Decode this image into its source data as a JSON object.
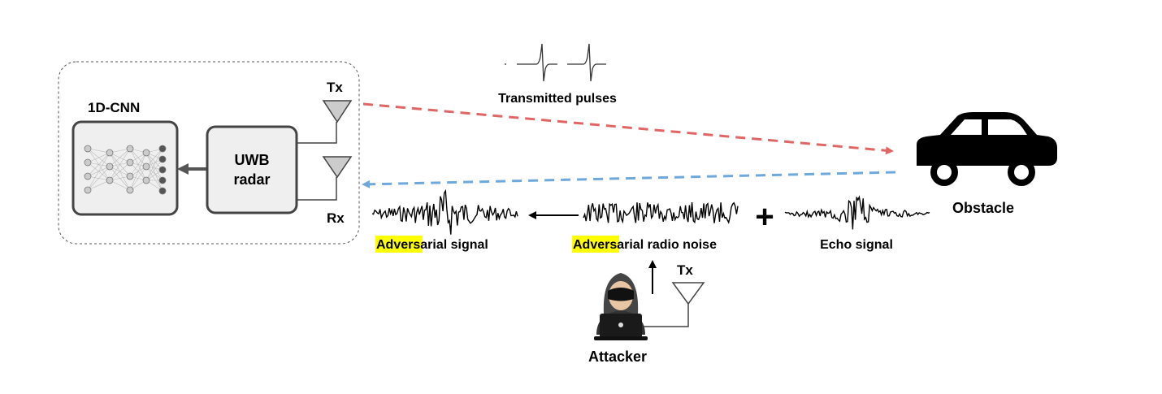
{
  "labels": {
    "cnn": "1D-CNN",
    "radar_line1": "UWB",
    "radar_line2": "radar",
    "tx": "Tx",
    "rx": "Rx",
    "transmitted": "Transmitted pulses",
    "obstacle": "Obstacle",
    "adv_signal_highlight": "Adver",
    "adv_signal_rest": "sarial signal",
    "adv_noise_highlight": "Adver",
    "adv_noise_rest": "sarial radio noise",
    "echo": "Echo signal",
    "attacker_tx": "Tx",
    "attacker": "Attacker",
    "plus": "+"
  },
  "colors": {
    "transmit_arrow": "#e06666",
    "receive_arrow": "#6fa8dc",
    "highlight": "#ffff00",
    "box_fill": "#efefef",
    "stroke": "#444444",
    "node_fill": "#cccccc"
  },
  "icons": {
    "obstacle": "car-icon",
    "attacker": "hacker-icon",
    "antenna": "antenna-icon",
    "network": "neural-network-icon"
  }
}
